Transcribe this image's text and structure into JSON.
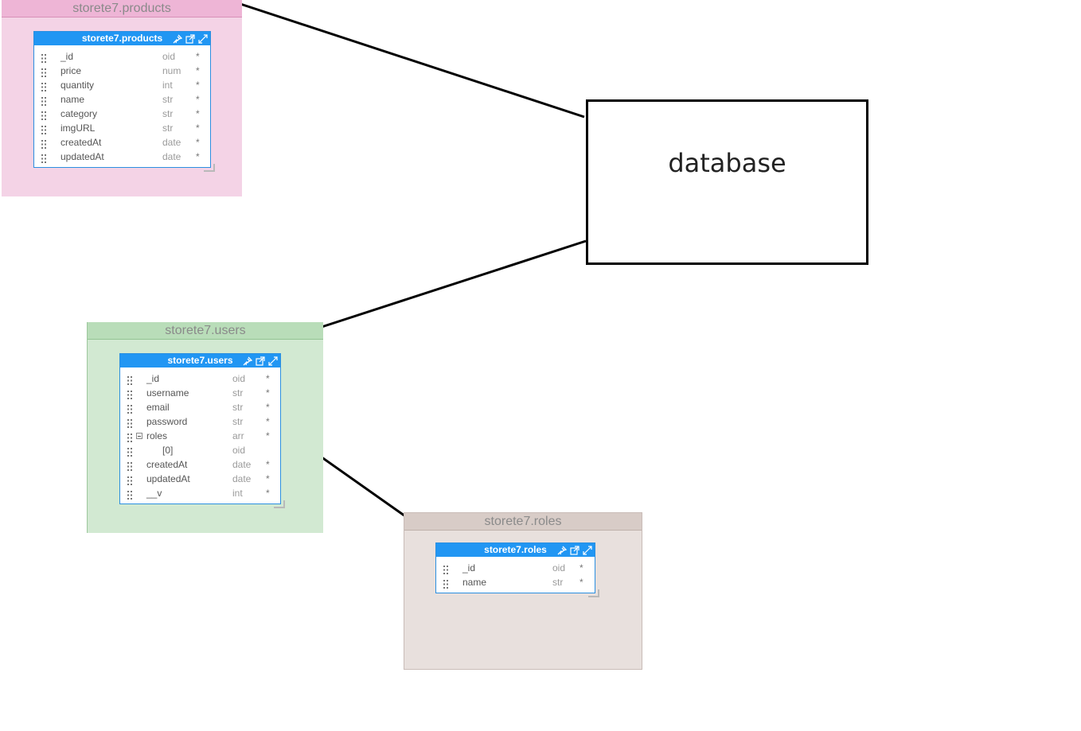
{
  "groups": {
    "products": {
      "label": "storete7.products",
      "table": {
        "title": "storete7.products",
        "fields": [
          {
            "name": "_id",
            "type": "oid",
            "req": "*"
          },
          {
            "name": "price",
            "type": "num",
            "req": "*"
          },
          {
            "name": "quantity",
            "type": "int",
            "req": "*"
          },
          {
            "name": "name",
            "type": "str",
            "req": "*"
          },
          {
            "name": "category",
            "type": "str",
            "req": "*"
          },
          {
            "name": "imgURL",
            "type": "str",
            "req": "*"
          },
          {
            "name": "createdAt",
            "type": "date",
            "req": "*"
          },
          {
            "name": "updatedAt",
            "type": "date",
            "req": "*"
          }
        ]
      }
    },
    "users": {
      "label": "storete7.users",
      "table": {
        "title": "storete7.users",
        "fields": [
          {
            "name": "_id",
            "type": "oid",
            "req": "*"
          },
          {
            "name": "username",
            "type": "str",
            "req": "*"
          },
          {
            "name": "email",
            "type": "str",
            "req": "*"
          },
          {
            "name": "password",
            "type": "str",
            "req": "*"
          },
          {
            "name": "roles",
            "type": "arr",
            "req": "*",
            "collapsible": true
          },
          {
            "name": "[0]",
            "type": "oid",
            "req": "",
            "child": true
          },
          {
            "name": "createdAt",
            "type": "date",
            "req": "*"
          },
          {
            "name": "updatedAt",
            "type": "date",
            "req": "*"
          },
          {
            "name": "__v",
            "type": "int",
            "req": "*"
          }
        ]
      }
    },
    "roles": {
      "label": "storete7.roles",
      "table": {
        "title": "storete7.roles",
        "fields": [
          {
            "name": "_id",
            "type": "oid",
            "req": "*"
          },
          {
            "name": "name",
            "type": "str",
            "req": "*"
          }
        ]
      }
    }
  },
  "database": {
    "label": "database"
  },
  "icons": [
    "pin-icon",
    "open-external-icon",
    "expand-icon",
    "drag-handle-icon",
    "collapse-icon"
  ],
  "colors": {
    "table_header": "#2196f3",
    "products_group": "#f4d3e6",
    "users_group": "#d2e9d2",
    "roles_group": "#e8e0dd"
  }
}
